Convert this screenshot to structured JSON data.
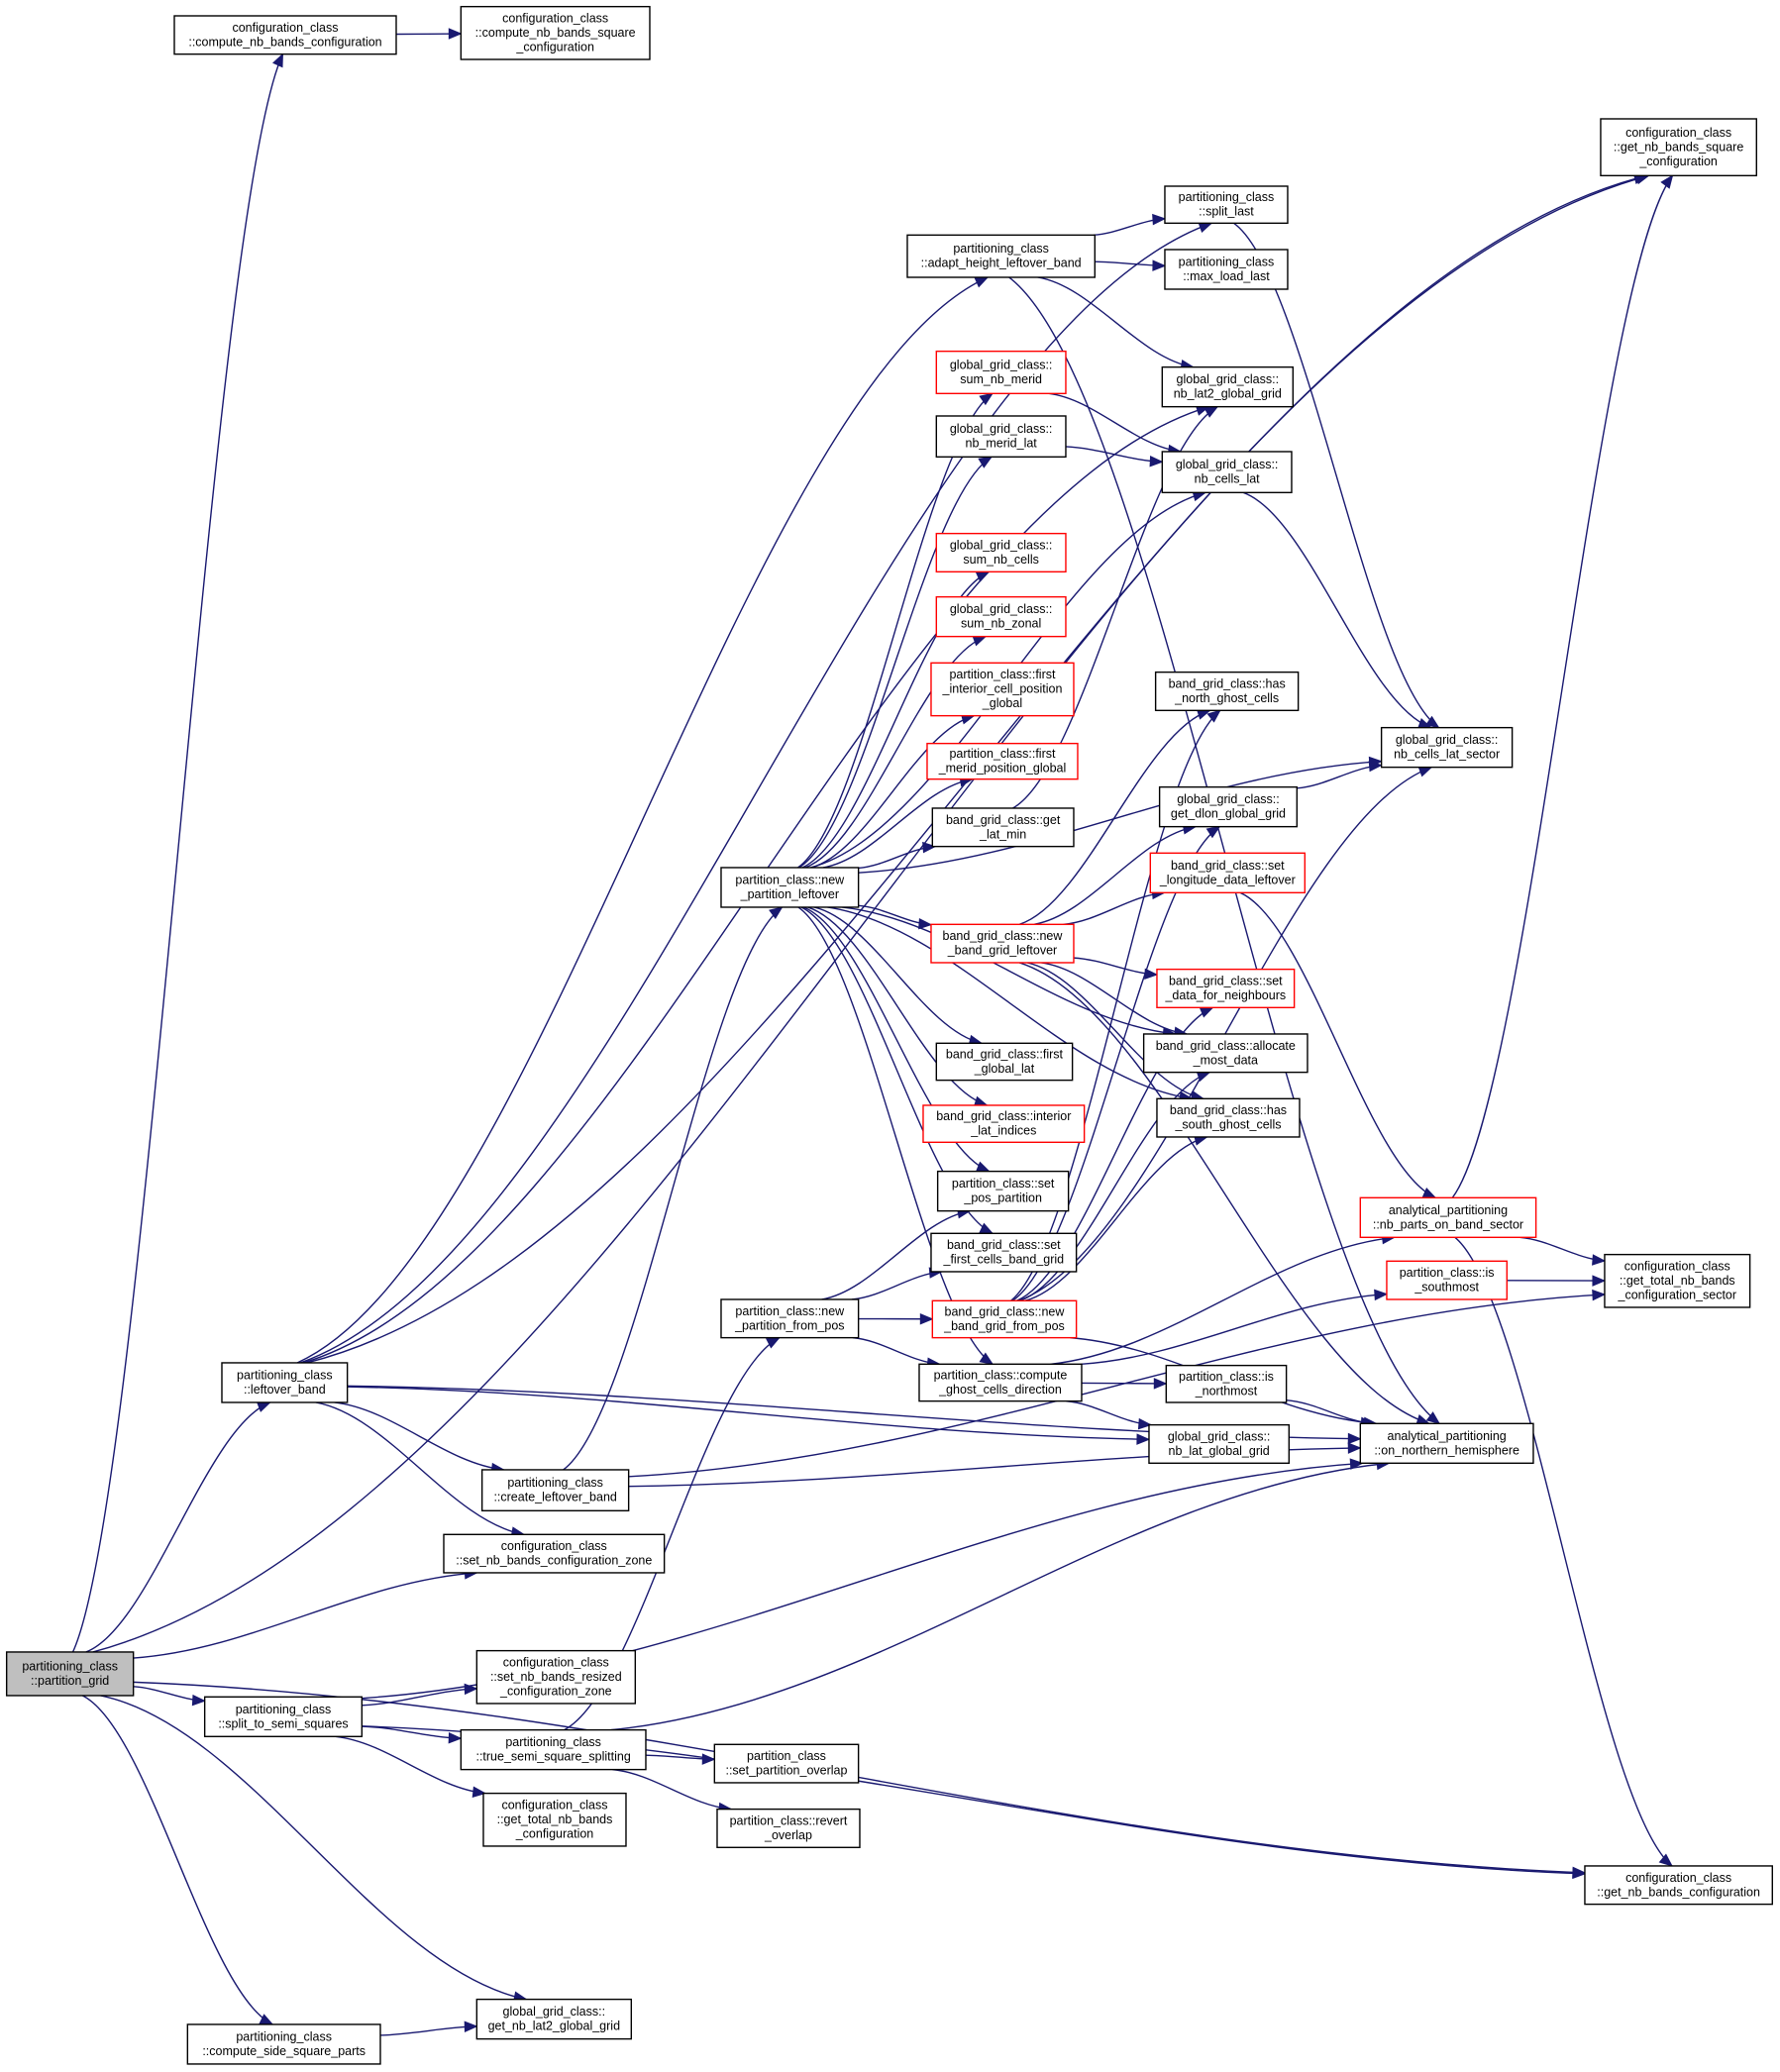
{
  "colors": {
    "edge": "#191970",
    "node_border": "#000000",
    "node_border_truncated": "#ff0000",
    "focus_fill": "#bfbfbf",
    "background": "#ffffff"
  },
  "nodes": [
    {
      "id": "partition_grid",
      "lines": [
        "partitioning_class",
        "::partition_grid"
      ],
      "focus": true
    },
    {
      "id": "cfg_compute_nb_bands_configuration",
      "lines": [
        "configuration_class",
        "::compute_nb_bands_configuration"
      ]
    },
    {
      "id": "cfg_compute_nb_bands_square_configuration",
      "lines": [
        "configuration_class",
        "::compute_nb_bands_square",
        "_configuration"
      ]
    },
    {
      "id": "cfg_get_nb_bands_square_configuration",
      "lines": [
        "configuration_class",
        "::get_nb_bands_square",
        "_configuration"
      ]
    },
    {
      "id": "part_split_last",
      "lines": [
        "partitioning_class",
        "::split_last"
      ]
    },
    {
      "id": "part_adapt_height_leftover_band",
      "lines": [
        "partitioning_class",
        "::adapt_height_leftover_band"
      ]
    },
    {
      "id": "part_max_load_last",
      "lines": [
        "partitioning_class",
        "::max_load_last"
      ]
    },
    {
      "id": "gg_sum_nb_merid",
      "lines": [
        "global_grid_class::",
        "sum_nb_merid"
      ],
      "truncated": true
    },
    {
      "id": "gg_nb_lat2_global_grid",
      "lines": [
        "global_grid_class::",
        "nb_lat2_global_grid"
      ]
    },
    {
      "id": "gg_nb_merid_lat",
      "lines": [
        "global_grid_class::",
        "nb_merid_lat"
      ]
    },
    {
      "id": "gg_nb_cells_lat",
      "lines": [
        "global_grid_class::",
        "nb_cells_lat"
      ]
    },
    {
      "id": "gg_sum_nb_cells",
      "lines": [
        "global_grid_class::",
        "sum_nb_cells"
      ],
      "truncated": true
    },
    {
      "id": "gg_sum_nb_zonal",
      "lines": [
        "global_grid_class::",
        "sum_nb_zonal"
      ],
      "truncated": true
    },
    {
      "id": "pc_first_interior_cell_position_global",
      "lines": [
        "partition_class::first",
        "_interior_cell_position",
        "_global"
      ],
      "truncated": true
    },
    {
      "id": "bg_has_north_ghost_cells",
      "lines": [
        "band_grid_class::has",
        "_north_ghost_cells"
      ]
    },
    {
      "id": "gg_nb_cells_lat_sector",
      "lines": [
        "global_grid_class::",
        "nb_cells_lat_sector"
      ]
    },
    {
      "id": "pc_first_merid_position_global",
      "lines": [
        "partition_class::first",
        "_merid_position_global"
      ],
      "truncated": true
    },
    {
      "id": "gg_get_dlon_global_grid",
      "lines": [
        "global_grid_class::",
        "get_dlon_global_grid"
      ]
    },
    {
      "id": "bg_get_lat_min",
      "lines": [
        "band_grid_class::get",
        "_lat_min"
      ]
    },
    {
      "id": "pc_new_partition_leftover",
      "lines": [
        "partition_class::new",
        "_partition_leftover"
      ]
    },
    {
      "id": "bg_set_longitude_data_leftover",
      "lines": [
        "band_grid_class::set",
        "_longitude_data_leftover"
      ],
      "truncated": true
    },
    {
      "id": "bg_new_band_grid_leftover",
      "lines": [
        "band_grid_class::new",
        "_band_grid_leftover"
      ],
      "truncated": true
    },
    {
      "id": "bg_set_data_for_neighbours",
      "lines": [
        "band_grid_class::set",
        "_data_for_neighbours"
      ],
      "truncated": true
    },
    {
      "id": "bg_allocate_most_data",
      "lines": [
        "band_grid_class::allocate",
        "_most_data"
      ]
    },
    {
      "id": "bg_first_global_lat",
      "lines": [
        "band_grid_class::first",
        "_global_lat"
      ]
    },
    {
      "id": "bg_interior_lat_indices",
      "lines": [
        "band_grid_class::interior",
        "_lat_indices"
      ],
      "truncated": true
    },
    {
      "id": "bg_has_south_ghost_cells",
      "lines": [
        "band_grid_class::has",
        "_south_ghost_cells"
      ]
    },
    {
      "id": "pc_set_pos_partition",
      "lines": [
        "partition_class::set",
        "_pos_partition"
      ]
    },
    {
      "id": "ap_nb_parts_on_band_sector",
      "lines": [
        "analytical_partitioning",
        "::nb_parts_on_band_sector"
      ],
      "truncated": true
    },
    {
      "id": "bg_set_first_cells_band_grid",
      "lines": [
        "band_grid_class::set",
        "_first_cells_band_grid"
      ]
    },
    {
      "id": "pc_is_southmost",
      "lines": [
        "partition_class::is",
        "_southmost"
      ],
      "truncated": true
    },
    {
      "id": "cfg_get_total_nb_bands_configuration_sector",
      "lines": [
        "configuration_class",
        "::get_total_nb_bands",
        "_configuration_sector"
      ]
    },
    {
      "id": "pc_new_partition_from_pos",
      "lines": [
        "partition_class::new",
        "_partition_from_pos"
      ]
    },
    {
      "id": "bg_new_band_grid_from_pos",
      "lines": [
        "band_grid_class::new",
        "_band_grid_from_pos"
      ],
      "truncated": true
    },
    {
      "id": "part_leftover_band",
      "lines": [
        "partitioning_class",
        "::leftover_band"
      ]
    },
    {
      "id": "pc_compute_ghost_cells_direction",
      "lines": [
        "partition_class::compute",
        "_ghost_cells_direction"
      ]
    },
    {
      "id": "pc_is_northmost",
      "lines": [
        "partition_class::is",
        "_northmost"
      ]
    },
    {
      "id": "gg_nb_lat_global_grid",
      "lines": [
        "global_grid_class::",
        "nb_lat_global_grid"
      ]
    },
    {
      "id": "ap_on_northern_hemisphere",
      "lines": [
        "analytical_partitioning",
        "::on_northern_hemisphere"
      ]
    },
    {
      "id": "part_create_leftover_band",
      "lines": [
        "partitioning_class",
        "::create_leftover_band"
      ]
    },
    {
      "id": "cfg_set_nb_bands_configuration_zone",
      "lines": [
        "configuration_class",
        "::set_nb_bands_configuration_zone"
      ]
    },
    {
      "id": "cfg_set_nb_bands_resized_configuration_zone",
      "lines": [
        "configuration_class",
        "::set_nb_bands_resized",
        "_configuration_zone"
      ]
    },
    {
      "id": "part_split_to_semi_squares",
      "lines": [
        "partitioning_class",
        "::split_to_semi_squares"
      ]
    },
    {
      "id": "part_true_semi_square_splitting",
      "lines": [
        "partitioning_class",
        "::true_semi_square_splitting"
      ]
    },
    {
      "id": "pc_set_partition_overlap",
      "lines": [
        "partition_class",
        "::set_partition_overlap"
      ]
    },
    {
      "id": "cfg_get_total_nb_bands_configuration",
      "lines": [
        "configuration_class",
        "::get_total_nb_bands",
        "_configuration"
      ]
    },
    {
      "id": "pc_revert_overlap",
      "lines": [
        "partition_class::revert",
        "_overlap"
      ]
    },
    {
      "id": "cfg_get_nb_bands_configuration",
      "lines": [
        "configuration_class",
        "::get_nb_bands_configuration"
      ]
    },
    {
      "id": "gg_get_nb_lat2_global_grid",
      "lines": [
        "global_grid_class::",
        "get_nb_lat2_global_grid"
      ]
    },
    {
      "id": "part_compute_side_square_parts",
      "lines": [
        "partitioning_class",
        "::compute_side_square_parts"
      ]
    }
  ],
  "edges": [
    [
      "partition_grid",
      "cfg_compute_nb_bands_configuration"
    ],
    [
      "cfg_compute_nb_bands_configuration",
      "cfg_compute_nb_bands_square_configuration"
    ],
    [
      "partition_grid",
      "cfg_get_nb_bands_square_configuration"
    ],
    [
      "partition_grid",
      "part_leftover_band"
    ],
    [
      "partition_grid",
      "cfg_set_nb_bands_configuration_zone"
    ],
    [
      "partition_grid",
      "part_split_to_semi_squares"
    ],
    [
      "partition_grid",
      "cfg_get_nb_bands_configuration"
    ],
    [
      "partition_grid",
      "gg_get_nb_lat2_global_grid"
    ],
    [
      "partition_grid",
      "part_compute_side_square_parts"
    ],
    [
      "part_leftover_band",
      "cfg_get_nb_bands_square_configuration"
    ],
    [
      "part_leftover_band",
      "part_split_last"
    ],
    [
      "part_leftover_band",
      "part_adapt_height_leftover_band"
    ],
    [
      "part_leftover_band",
      "gg_nb_lat2_global_grid"
    ],
    [
      "part_leftover_band",
      "part_create_leftover_band"
    ],
    [
      "part_leftover_band",
      "cfg_set_nb_bands_configuration_zone"
    ],
    [
      "part_leftover_band",
      "gg_nb_lat_global_grid"
    ],
    [
      "part_leftover_band",
      "ap_on_northern_hemisphere"
    ],
    [
      "part_adapt_height_leftover_band",
      "part_split_last"
    ],
    [
      "part_adapt_height_leftover_band",
      "part_max_load_last"
    ],
    [
      "part_adapt_height_leftover_band",
      "gg_nb_lat2_global_grid"
    ],
    [
      "part_adapt_height_leftover_band",
      "ap_on_northern_hemisphere"
    ],
    [
      "part_split_last",
      "gg_nb_cells_lat_sector"
    ],
    [
      "gg_sum_nb_merid",
      "gg_nb_cells_lat"
    ],
    [
      "gg_nb_merid_lat",
      "gg_nb_cells_lat"
    ],
    [
      "gg_nb_cells_lat",
      "gg_nb_cells_lat_sector"
    ],
    [
      "gg_get_dlon_global_grid",
      "gg_nb_cells_lat_sector"
    ],
    [
      "bg_get_lat_min",
      "gg_nb_lat2_global_grid"
    ],
    [
      "pc_new_partition_leftover",
      "gg_sum_nb_merid"
    ],
    [
      "pc_new_partition_leftover",
      "gg_nb_merid_lat"
    ],
    [
      "pc_new_partition_leftover",
      "gg_nb_cells_lat"
    ],
    [
      "pc_new_partition_leftover",
      "gg_sum_nb_cells"
    ],
    [
      "pc_new_partition_leftover",
      "gg_sum_nb_zonal"
    ],
    [
      "pc_new_partition_leftover",
      "pc_first_interior_cell_position_global"
    ],
    [
      "pc_new_partition_leftover",
      "pc_first_merid_position_global"
    ],
    [
      "pc_new_partition_leftover",
      "bg_get_lat_min"
    ],
    [
      "pc_new_partition_leftover",
      "bg_new_band_grid_leftover"
    ],
    [
      "pc_new_partition_leftover",
      "gg_nb_cells_lat_sector"
    ],
    [
      "pc_new_partition_leftover",
      "bg_first_global_lat"
    ],
    [
      "pc_new_partition_leftover",
      "bg_interior_lat_indices"
    ],
    [
      "pc_new_partition_leftover",
      "pc_set_pos_partition"
    ],
    [
      "pc_new_partition_leftover",
      "bg_set_first_cells_band_grid"
    ],
    [
      "pc_new_partition_leftover",
      "pc_compute_ghost_cells_direction"
    ],
    [
      "pc_new_partition_leftover",
      "bg_allocate_most_data"
    ],
    [
      "pc_new_partition_leftover",
      "bg_has_south_ghost_cells"
    ],
    [
      "bg_new_band_grid_leftover",
      "bg_has_north_ghost_cells"
    ],
    [
      "bg_new_band_grid_leftover",
      "gg_get_dlon_global_grid"
    ],
    [
      "bg_new_band_grid_leftover",
      "bg_set_longitude_data_leftover"
    ],
    [
      "bg_new_band_grid_leftover",
      "bg_set_data_for_neighbours"
    ],
    [
      "bg_new_band_grid_leftover",
      "bg_allocate_most_data"
    ],
    [
      "bg_new_band_grid_leftover",
      "bg_has_south_ghost_cells"
    ],
    [
      "bg_new_band_grid_leftover",
      "ap_on_northern_hemisphere"
    ],
    [
      "bg_set_longitude_data_leftover",
      "ap_nb_parts_on_band_sector"
    ],
    [
      "ap_nb_parts_on_band_sector",
      "cfg_get_nb_bands_square_configuration"
    ],
    [
      "ap_nb_parts_on_band_sector",
      "cfg_get_total_nb_bands_configuration_sector"
    ],
    [
      "ap_nb_parts_on_band_sector",
      "cfg_get_nb_bands_configuration"
    ],
    [
      "pc_is_southmost",
      "cfg_get_total_nb_bands_configuration_sector"
    ],
    [
      "pc_new_partition_from_pos",
      "pc_set_pos_partition"
    ],
    [
      "pc_new_partition_from_pos",
      "bg_set_first_cells_band_grid"
    ],
    [
      "pc_new_partition_from_pos",
      "bg_new_band_grid_from_pos"
    ],
    [
      "pc_new_partition_from_pos",
      "pc_compute_ghost_cells_direction"
    ],
    [
      "bg_new_band_grid_from_pos",
      "bg_has_north_ghost_cells"
    ],
    [
      "bg_new_band_grid_from_pos",
      "gg_get_dlon_global_grid"
    ],
    [
      "bg_new_band_grid_from_pos",
      "bg_set_data_for_neighbours"
    ],
    [
      "bg_new_band_grid_from_pos",
      "bg_allocate_most_data"
    ],
    [
      "bg_new_band_grid_from_pos",
      "bg_has_south_ghost_cells"
    ],
    [
      "bg_new_band_grid_from_pos",
      "gg_nb_cells_lat_sector"
    ],
    [
      "bg_new_band_grid_from_pos",
      "ap_on_northern_hemisphere"
    ],
    [
      "pc_compute_ghost_cells_direction",
      "ap_nb_parts_on_band_sector"
    ],
    [
      "pc_compute_ghost_cells_direction",
      "pc_is_southmost"
    ],
    [
      "pc_compute_ghost_cells_direction",
      "pc_is_northmost"
    ],
    [
      "pc_compute_ghost_cells_direction",
      "gg_nb_lat_global_grid"
    ],
    [
      "pc_is_northmost",
      "ap_on_northern_hemisphere"
    ],
    [
      "part_create_leftover_band",
      "pc_new_partition_leftover"
    ],
    [
      "part_create_leftover_band",
      "ap_on_northern_hemisphere"
    ],
    [
      "part_create_leftover_band",
      "cfg_get_total_nb_bands_configuration_sector"
    ],
    [
      "part_split_to_semi_squares",
      "cfg_set_nb_bands_resized_configuration_zone"
    ],
    [
      "part_split_to_semi_squares",
      "part_true_semi_square_splitting"
    ],
    [
      "part_split_to_semi_squares",
      "cfg_get_total_nb_bands_configuration"
    ],
    [
      "part_split_to_semi_squares",
      "ap_on_northern_hemisphere"
    ],
    [
      "part_split_to_semi_squares",
      "cfg_get_nb_bands_configuration"
    ],
    [
      "part_true_semi_square_splitting",
      "pc_new_partition_from_pos"
    ],
    [
      "part_true_semi_square_splitting",
      "pc_set_partition_overlap"
    ],
    [
      "part_true_semi_square_splitting",
      "pc_revert_overlap"
    ],
    [
      "part_true_semi_square_splitting",
      "ap_on_northern_hemisphere"
    ],
    [
      "part_compute_side_square_parts",
      "gg_get_nb_lat2_global_grid"
    ]
  ]
}
